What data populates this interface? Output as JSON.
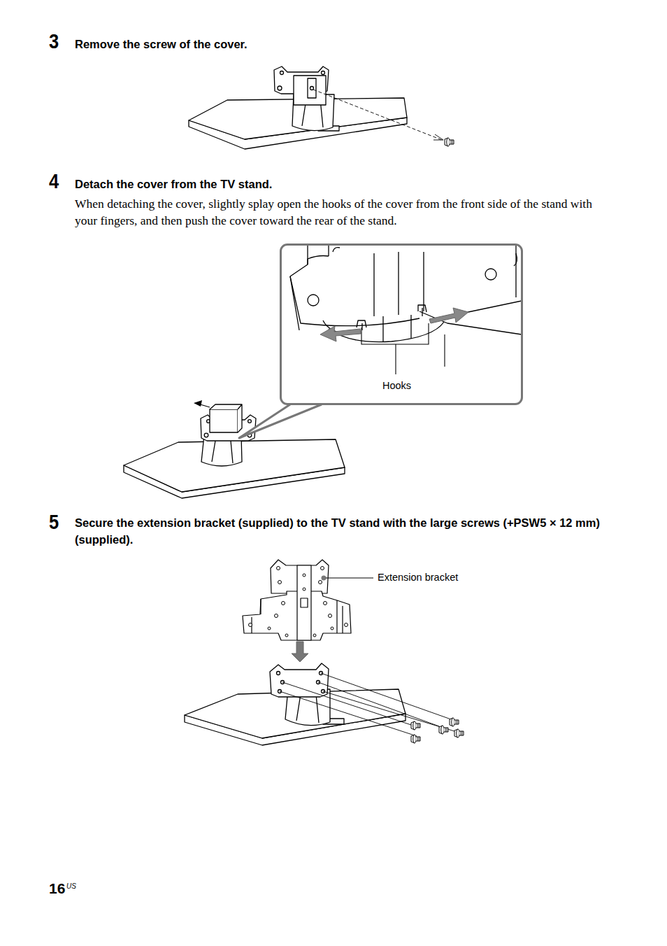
{
  "diagram": {
    "nodes": [
      {
        "text": [
          "Hooks"
        ]
      }
    ],
    "labels": [
      "3",
      "Remove the screw of the cover.",
      "4",
      "Detach the cover from the TV stand.",
      "When detaching the cover, slightly splay open the hooks of the cover from the front side of the stand with your fingers, and then push the cover toward the rear of the stand.",
      "5",
      "Secure the extension bracket (supplied) to the TV stand with the large screws (+PSW5 × 12 mm) (supplied).",
      "Extension bracket",
      "16",
      "US"
    ]
  }
}
